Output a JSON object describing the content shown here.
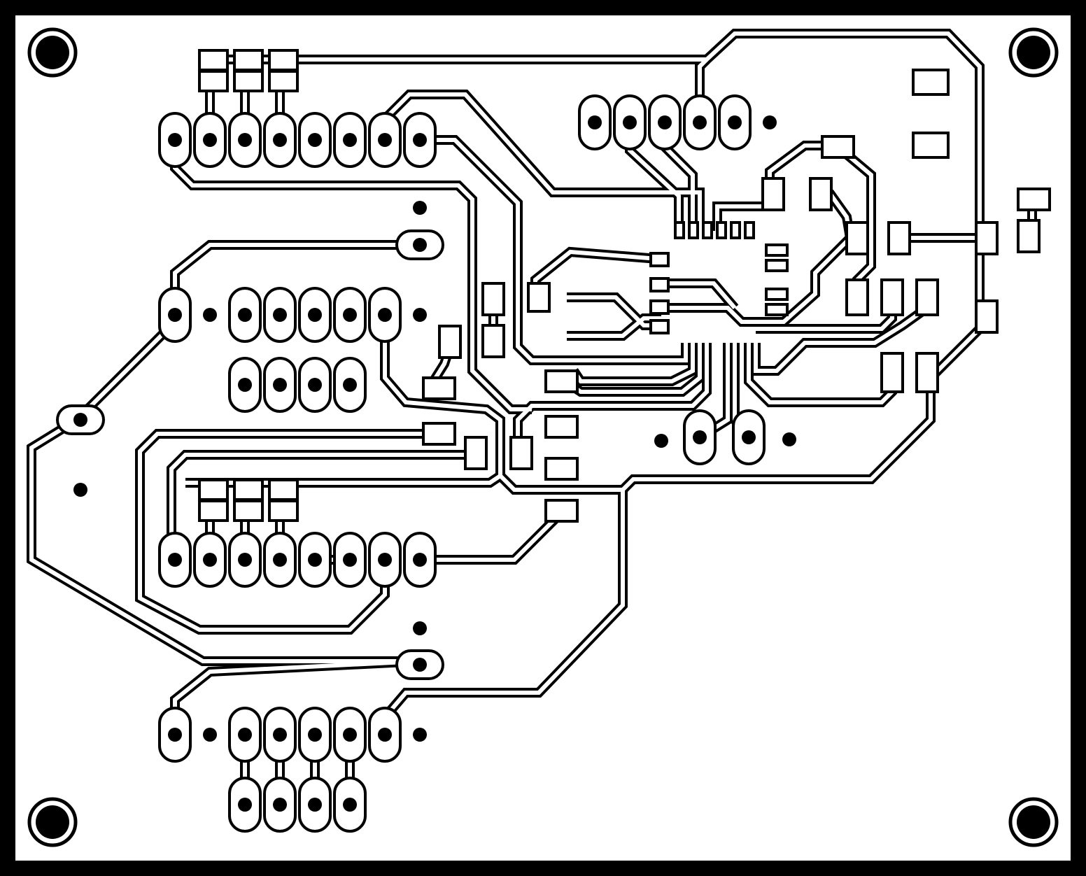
{
  "colors": {
    "frame": "#000000",
    "board": "#ffffff",
    "copper_outline": "#000000",
    "drill": "#000000"
  },
  "elements": {
    "mounting_holes": 4,
    "through_hole_pads": 64,
    "smd_pads": 54,
    "traces": "many"
  }
}
